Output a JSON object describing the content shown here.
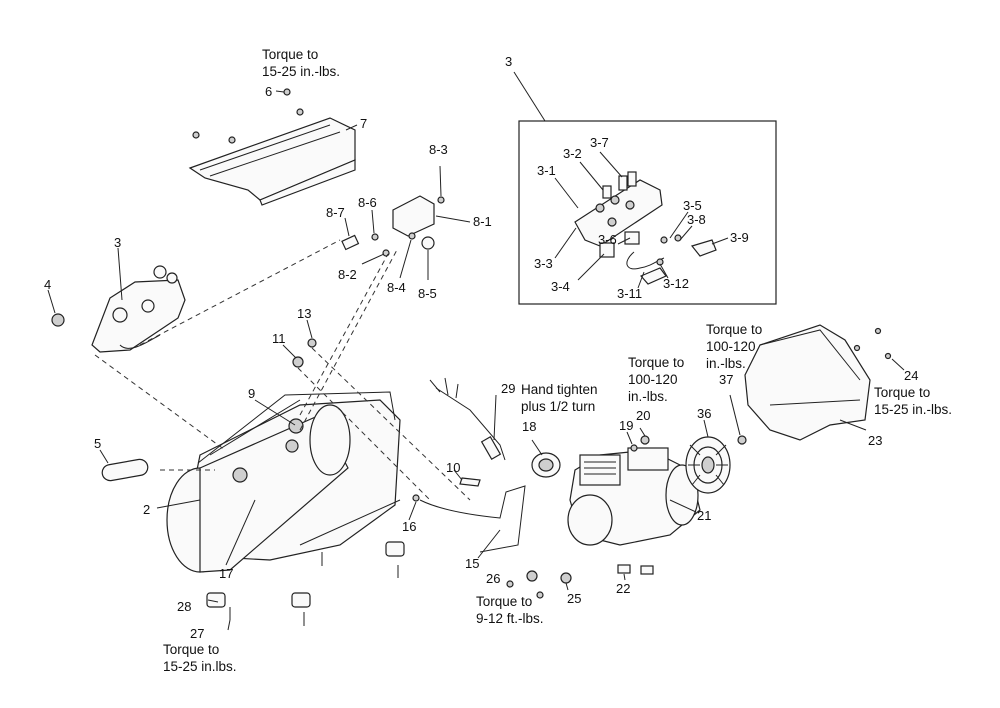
{
  "part_labels": {
    "p2": "2",
    "p3_main": "3",
    "p3_inset": "3",
    "p4": "4",
    "p5": "5",
    "p6": "6",
    "p7": "7",
    "p8_1": "8-1",
    "p8_2": "8-2",
    "p8_3": "8-3",
    "p8_4": "8-4",
    "p8_5": "8-5",
    "p8_6": "8-6",
    "p8_7": "8-7",
    "p9": "9",
    "p10": "10",
    "p11": "11",
    "p13": "13",
    "p15": "15",
    "p16": "16",
    "p17": "17",
    "p18": "18",
    "p19": "19",
    "p20": "20",
    "p21": "21",
    "p22": "22",
    "p23": "23",
    "p24": "24",
    "p25": "25",
    "p26": "26",
    "p27": "27",
    "p28": "28",
    "p29": "29",
    "p36": "36",
    "p37": "37",
    "i3_1": "3-1",
    "i3_2": "3-2",
    "i3_3": "3-3",
    "i3_4": "3-4",
    "i3_5": "3-5",
    "i3_6": "3-6",
    "i3_7": "3-7",
    "i3_8": "3-8",
    "i3_9": "3-9",
    "i3_11": "3-11",
    "i3_12": "3-12"
  },
  "notes": {
    "n1": [
      "Torque to",
      "15-25 in.-lbs."
    ],
    "n2": [
      "Hand tighten",
      "plus 1/2 turn"
    ],
    "n3": [
      "Torque to",
      "100-120",
      "in.-lbs."
    ],
    "n4": [
      "Torque to",
      "100-120",
      "in.-lbs."
    ],
    "n5": [
      "Torque to",
      "15-25 in.-lbs."
    ],
    "n6": [
      "Torque to",
      "9-12 ft.-lbs."
    ],
    "n7": [
      "Torque to",
      "15-25 in.lbs."
    ]
  }
}
